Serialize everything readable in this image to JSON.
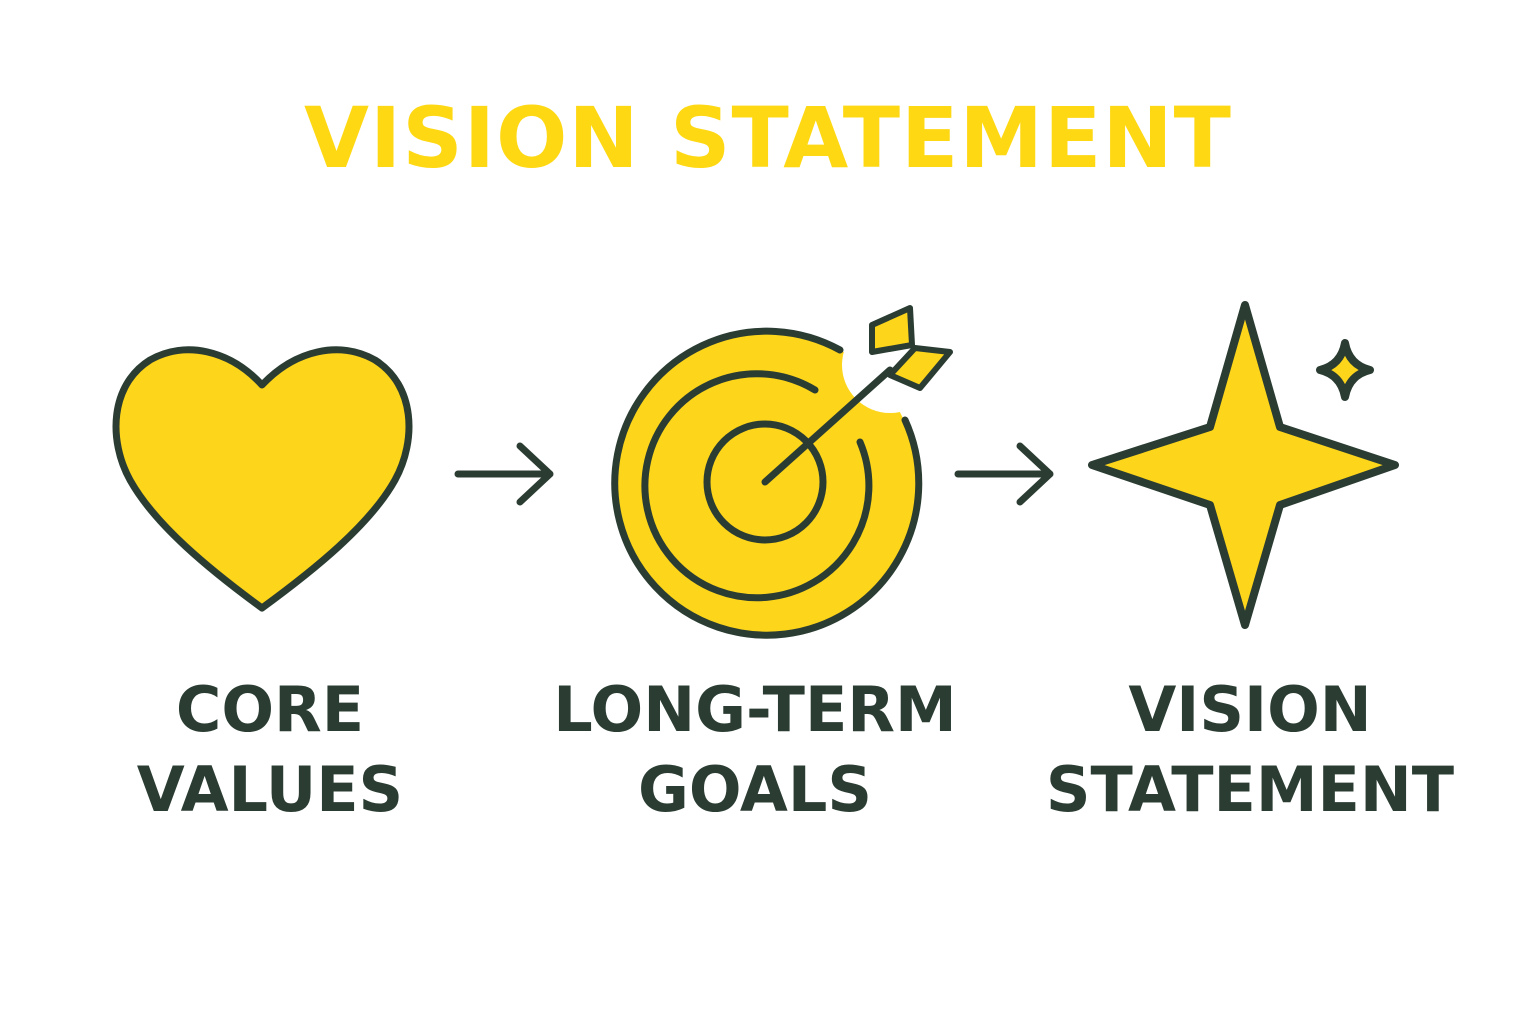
{
  "title": "VISION STATEMENT",
  "colors": {
    "accent": "#FFD814",
    "outline": "#2B3D33",
    "background": "#FFFFFF"
  },
  "steps": [
    {
      "icon": "heart-icon",
      "line1": "CORE",
      "line2": "VALUES"
    },
    {
      "icon": "target-arrow-icon",
      "line1": "LONG-TERM",
      "line2": "GOALS"
    },
    {
      "icon": "sparkle-star-icon",
      "line1": "VISION",
      "line2": "STATEMENT"
    }
  ],
  "connectors": [
    "arrow-right-icon",
    "arrow-right-icon"
  ]
}
